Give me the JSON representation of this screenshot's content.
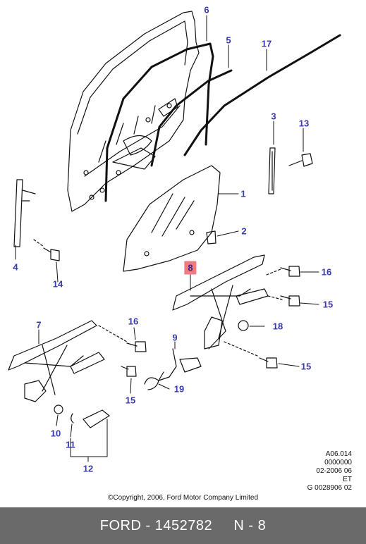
{
  "callouts": [
    {
      "id": "6",
      "label": "6",
      "highlight": false
    },
    {
      "id": "5",
      "label": "5",
      "highlight": false
    },
    {
      "id": "17",
      "label": "17",
      "highlight": false
    },
    {
      "id": "1",
      "label": "1",
      "highlight": false
    },
    {
      "id": "3",
      "label": "3",
      "highlight": false
    },
    {
      "id": "13",
      "label": "13",
      "highlight": false
    },
    {
      "id": "2",
      "label": "2",
      "highlight": false
    },
    {
      "id": "4",
      "label": "4",
      "highlight": false
    },
    {
      "id": "14",
      "label": "14",
      "highlight": false
    },
    {
      "id": "8",
      "label": "8",
      "highlight": true
    },
    {
      "id": "16a",
      "label": "16",
      "highlight": false
    },
    {
      "id": "15a",
      "label": "15",
      "highlight": false
    },
    {
      "id": "18",
      "label": "18",
      "highlight": false
    },
    {
      "id": "15b",
      "label": "15",
      "highlight": false
    },
    {
      "id": "7",
      "label": "7",
      "highlight": false
    },
    {
      "id": "16b",
      "label": "16",
      "highlight": false
    },
    {
      "id": "9",
      "label": "9",
      "highlight": false
    },
    {
      "id": "19",
      "label": "19",
      "highlight": false
    },
    {
      "id": "15c",
      "label": "15",
      "highlight": false
    },
    {
      "id": "10",
      "label": "10",
      "highlight": false
    },
    {
      "id": "11",
      "label": "11",
      "highlight": false
    },
    {
      "id": "12",
      "label": "12",
      "highlight": false
    }
  ],
  "reference": {
    "line1": "A06.014",
    "line2": "0000000",
    "line3": "02-2006 06",
    "line4": "ET",
    "line5": "G 0028906 02"
  },
  "copyright": "©Copyright, 2006, Ford Motor Company Limited",
  "footer": {
    "brand": "FORD",
    "part_number": "1452782",
    "callout_ref": "N - 8"
  }
}
